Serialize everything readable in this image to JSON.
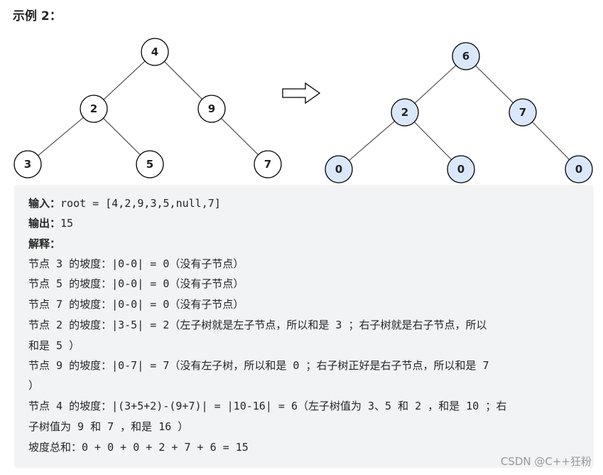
{
  "title": "示例 2：",
  "tree_before": {
    "nodes": [
      "4",
      "2",
      "9",
      "3",
      "5",
      "7"
    ]
  },
  "tree_after": {
    "nodes": [
      "6",
      "2",
      "7",
      "0",
      "0",
      "0"
    ]
  },
  "example": {
    "input_label": "输入：",
    "input_value": "root = [4,2,9,3,5,null,7]",
    "output_label": "输出：",
    "output_value": "15",
    "explain_label": "解释：",
    "lines": [
      "节点 3 的坡度：|0-0| = 0（没有子节点）",
      "节点 5 的坡度：|0-0| = 0（没有子节点）",
      "节点 7 的坡度：|0-0| = 0（没有子节点）",
      "节点 2 的坡度：|3-5| = 2（左子树就是左子节点，所以和是 3 ；右子树就是右子节点，所以",
      "和是 5 ）",
      "节点 9 的坡度：|0-7| = 7（没有左子树，所以和是 0 ；右子树正好是右子节点，所以和是 7",
      "）",
      "节点 4 的坡度：|(3+5+2)-(9+7)| = |10-16| = 6（左子树值为 3、5 和 2 ，和是 10 ；右",
      "子树值为 9 和 7 ，和是 16 ）",
      "坡度总和：0 + 0 + 0 + 2 + 7 + 6 = 15"
    ]
  },
  "watermark": "CSDN @C++狂粉",
  "colors": {
    "after_node_fill": "#dae8fc",
    "code_background": "#f2f3f5"
  }
}
